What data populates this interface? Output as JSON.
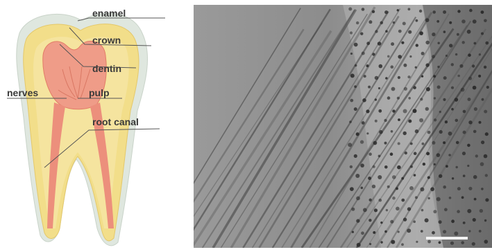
{
  "diagram": {
    "labels": {
      "enamel": "enamel",
      "crown": "crown",
      "dentin": "dentin",
      "nerves": "nerves",
      "pulp": "pulp",
      "root_canal": "root canal"
    },
    "colors": {
      "enamel": "#dfe7df",
      "dentin": "#f2de8a",
      "pulp": "#ef9c88",
      "root_canal": "#ec8f7c",
      "leader_line": "#555555",
      "label_text": "#3a3a3a"
    }
  },
  "micrograph": {
    "description_colors": {
      "background_gray": "#8a8a8a",
      "tubule_dark": "#2a2a2a"
    }
  }
}
